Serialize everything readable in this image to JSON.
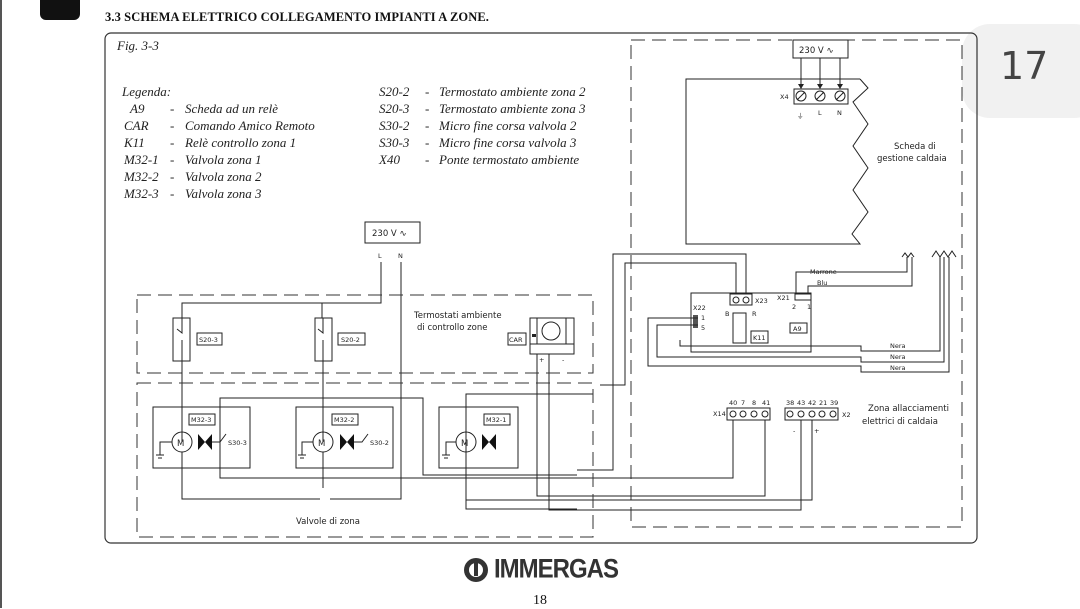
{
  "heading": "3.3  SCHEMA ELETTRICO COLLEGAMENTO IMPIANTI A ZONE.",
  "side_page_number": "17",
  "figure": {
    "label": "Fig. 3-3",
    "legend_title": "Legenda:",
    "legend_left": [
      {
        "code": "A9",
        "desc": "Scheda ad un relè"
      },
      {
        "code": "CAR",
        "desc": "Comando Amico Remoto"
      },
      {
        "code": "K11",
        "desc": "Relè controllo zona 1"
      },
      {
        "code": "M32-1",
        "desc": "Valvola zona 1"
      },
      {
        "code": "M32-2",
        "desc": "Valvola zona 2"
      },
      {
        "code": "M32-3",
        "desc": "Valvola zona 3"
      }
    ],
    "legend_right": [
      {
        "code": "S20-2",
        "desc": "Termostato ambiente zona 2"
      },
      {
        "code": "S20-3",
        "desc": "Termostato ambiente zona 3"
      },
      {
        "code": "S30-2",
        "desc": "Micro fine corsa valvola 2"
      },
      {
        "code": "S30-3",
        "desc": "Micro fine corsa valvola 3"
      },
      {
        "code": "X40",
        "desc": "Ponte termostato ambiente"
      }
    ],
    "dash": "-",
    "supply": "230 V ∿",
    "L": "L",
    "N": "N",
    "earth": "⏚",
    "x4": "X4",
    "boiler_board": [
      "Scheda di",
      "gestione caldaia"
    ],
    "thermostats_zone": [
      "Termostati ambiente",
      "di controllo zone"
    ],
    "valves_zone": "Valvole di zona",
    "s20_3": "S20-3",
    "s20_2": "S20-2",
    "car": "CAR",
    "m32_3": "M32-3",
    "m32_2": "M32-2",
    "m32_1": "M32-1",
    "s30_3": "S30-3",
    "s30_2": "S30-2",
    "motor": "M",
    "plus": "+",
    "minus": "-",
    "relay_board": {
      "x22": "X22",
      "pin1": "1",
      "pin5": "5",
      "x23": "X23",
      "b": "B",
      "r": "R",
      "x21": "X21",
      "p2": "2",
      "p1": "1",
      "k11": "K11",
      "a9": "A9"
    },
    "wires": {
      "marrone": "Marrone",
      "blu": "Blu",
      "nera": "Nera"
    },
    "x14": {
      "label": "X14",
      "pins": [
        "40",
        "7",
        "8",
        "41"
      ]
    },
    "x2": {
      "label": "X2",
      "pins": [
        "38",
        "43",
        "42",
        "21",
        "39"
      ]
    },
    "boiler_zone": [
      "Zona allacciamenti",
      "elettrici di caldaia"
    ]
  },
  "logo": "IMMERGAS",
  "page_number": "18"
}
